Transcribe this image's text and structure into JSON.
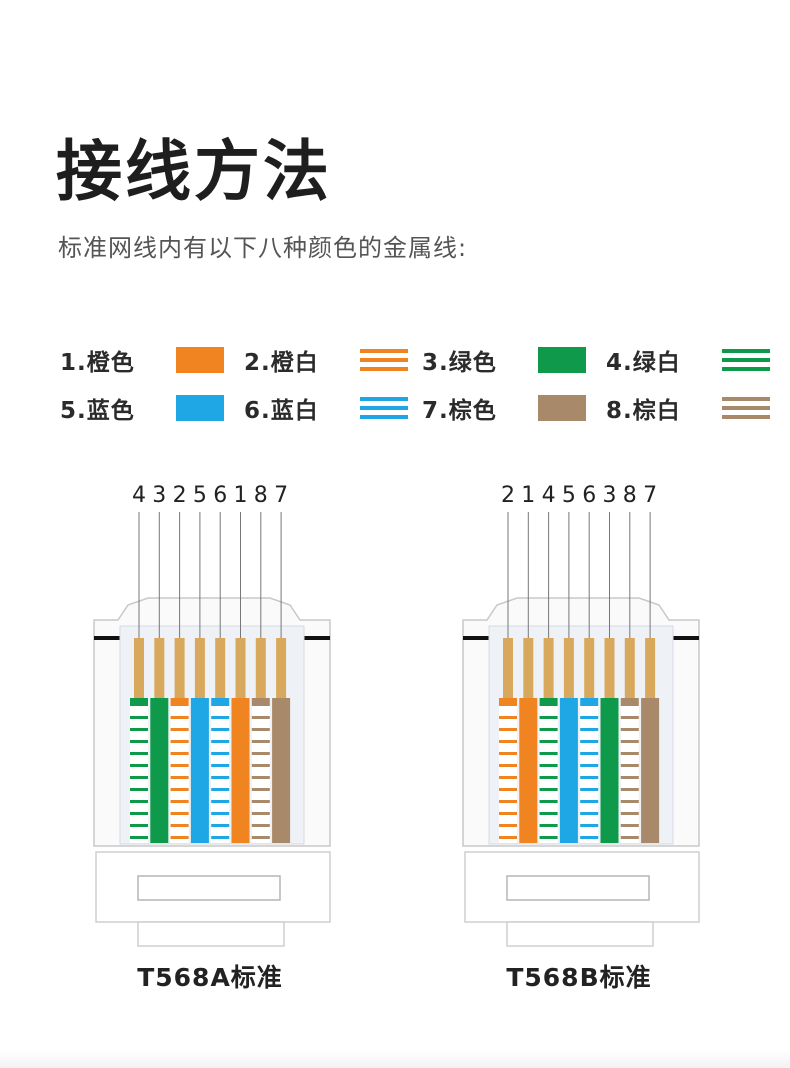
{
  "title": "接线方法",
  "subtitle": "标准网线内有以下八种颜色的金属线:",
  "colors": {
    "orange": "#ef8421",
    "green": "#0e9a4a",
    "blue": "#1ea7e4",
    "brown": "#a8896a",
    "gold": "#d8a85c"
  },
  "legend": [
    {
      "label": "1.橙色",
      "color": "orange",
      "striped": false
    },
    {
      "label": "2.橙白",
      "color": "orange",
      "striped": true
    },
    {
      "label": "3.绿色",
      "color": "green",
      "striped": false
    },
    {
      "label": "4.绿白",
      "color": "green",
      "striped": true
    },
    {
      "label": "5.蓝色",
      "color": "blue",
      "striped": false
    },
    {
      "label": "6.蓝白",
      "color": "blue",
      "striped": true
    },
    {
      "label": "7.棕色",
      "color": "brown",
      "striped": false
    },
    {
      "label": "8.棕白",
      "color": "brown",
      "striped": true
    }
  ],
  "connectors": [
    {
      "name": "T568A标准",
      "pin_numbers": [
        "4",
        "3",
        "2",
        "5",
        "6",
        "1",
        "8",
        "7"
      ],
      "wires": [
        {
          "color": "green",
          "striped": true
        },
        {
          "color": "green",
          "striped": false
        },
        {
          "color": "orange",
          "striped": true
        },
        {
          "color": "blue",
          "striped": false
        },
        {
          "color": "blue",
          "striped": true
        },
        {
          "color": "orange",
          "striped": false
        },
        {
          "color": "brown",
          "striped": true
        },
        {
          "color": "brown",
          "striped": false
        }
      ]
    },
    {
      "name": "T568B标准",
      "pin_numbers": [
        "2",
        "1",
        "4",
        "5",
        "6",
        "3",
        "8",
        "7"
      ],
      "wires": [
        {
          "color": "orange",
          "striped": true
        },
        {
          "color": "orange",
          "striped": false
        },
        {
          "color": "green",
          "striped": true
        },
        {
          "color": "blue",
          "striped": false
        },
        {
          "color": "blue",
          "striped": true
        },
        {
          "color": "green",
          "striped": false
        },
        {
          "color": "brown",
          "striped": true
        },
        {
          "color": "brown",
          "striped": false
        }
      ]
    }
  ]
}
